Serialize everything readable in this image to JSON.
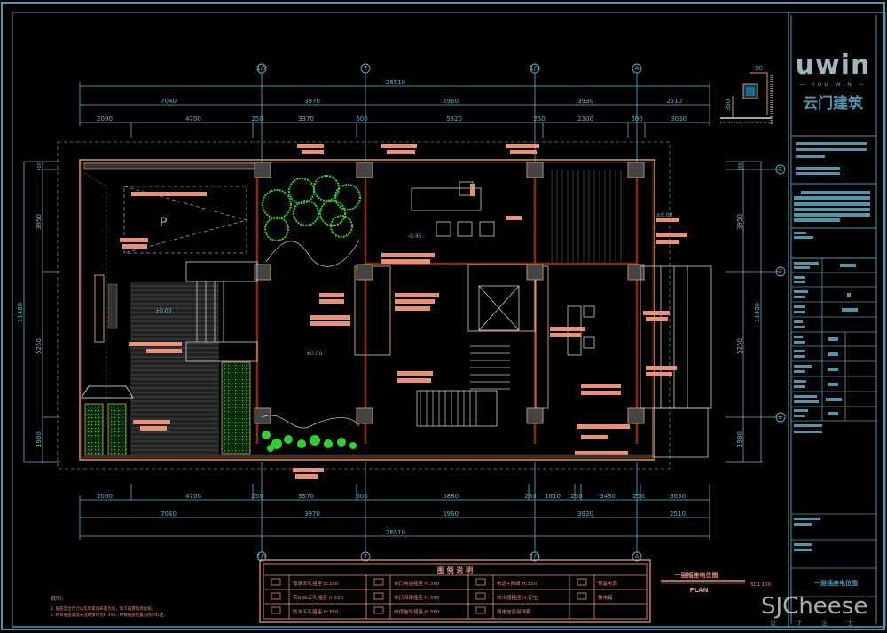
{
  "title_block": {
    "brand": "uwin",
    "tagline": "— YOU WIN —",
    "company_cn": "云门建筑",
    "drawing_title": "一层插座电位图",
    "colors": {
      "frame": "#4f97ad",
      "annotation": "#e8907a",
      "dimension": "#5fb3c8",
      "plant": "#2fd02f"
    }
  },
  "plan": {
    "caption": "一层插座电位图",
    "caption_en": "PLAN",
    "scale": "SC1:100",
    "notes_title": "说明：",
    "notes": [
      "1. 插座定位尺寸以实际家具布置为准，施工前需现场复核。",
      "2. 所有插座高度未注明者均为H:350，特殊插座位置见图示标注。"
    ]
  },
  "axes": {
    "top": [
      "1/7",
      "7",
      "1/3",
      "A"
    ],
    "bottom": [
      "1/7",
      "7",
      "1/3",
      "A"
    ],
    "right": [
      "1",
      "2",
      "3"
    ]
  },
  "dimensions": {
    "top_total": "26510",
    "top_mid": [
      "7040",
      "3970",
      "5960",
      "3930",
      "2510"
    ],
    "top_detail": [
      "2090",
      "4700",
      "250",
      "3370",
      "600",
      "5820",
      "250",
      "2300",
      "600",
      "3030"
    ],
    "bottom_total": "26510",
    "bottom_mid": [
      "7040",
      "3970",
      "5960",
      "3930",
      "2510"
    ],
    "bottom_detail": [
      "2090",
      "4700",
      "250",
      "3370",
      "600",
      "5880",
      "250",
      "1810",
      "250",
      "3430",
      "250",
      "3030"
    ],
    "left": [
      "11480",
      "300",
      "3950",
      "5250",
      "1980"
    ],
    "right": [
      "11480",
      "300",
      "3950",
      "5250",
      "1980"
    ],
    "detail_small": [
      "350",
      "50"
    ]
  },
  "legend": {
    "title": "图 例 说 明",
    "items": [
      {
        "symbol": "socket-5-hole",
        "label": "普通五孔插座",
        "height": "H:350"
      },
      {
        "symbol": "phone-socket",
        "label": "单口电话插座",
        "height": "H:350"
      },
      {
        "symbol": "tv-network-socket",
        "label": "电话+网络",
        "height": "H:350"
      },
      {
        "symbol": "ceiling-speaker",
        "label": "预留电源",
        "height": ""
      },
      {
        "symbol": "usb-socket",
        "label": "带USB五孔插座",
        "height": "H:350"
      },
      {
        "symbol": "network-socket",
        "label": "单口网络插座",
        "height": "H:350"
      },
      {
        "symbol": "heater-socket",
        "label": "热水器插座",
        "height": "H:定位"
      },
      {
        "symbol": "distribution-box",
        "label": "强电箱",
        "height": ""
      },
      {
        "symbol": "waterproof-socket",
        "label": "防水五孔插座",
        "height": "H:350"
      },
      {
        "symbol": "tv-socket",
        "label": "电视信号插座",
        "height": "H:350"
      },
      {
        "symbol": "weak-box",
        "label": "弱电信息接线箱",
        "height": ""
      }
    ]
  },
  "annotations": {
    "room_labels": [
      "P",
      "±0.00",
      "-0.45",
      "±0.00",
      "±0.00"
    ]
  },
  "watermark": {
    "text": "SJCheese",
    "sub": "设计芝士"
  }
}
